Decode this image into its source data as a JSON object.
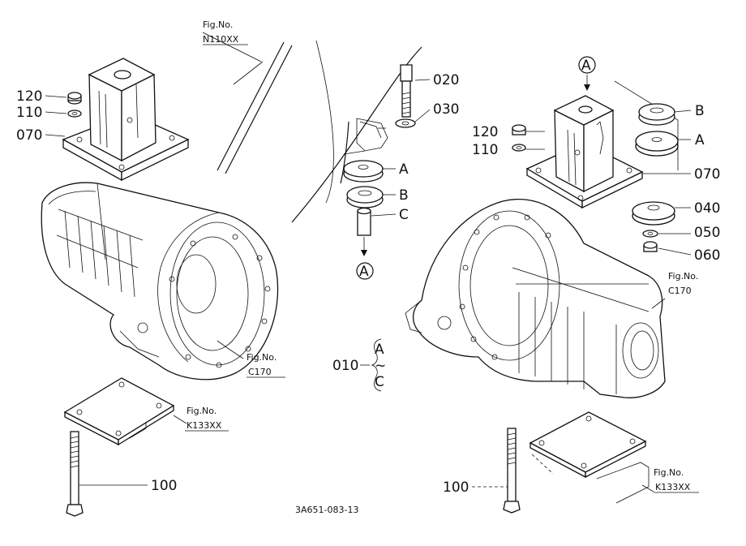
{
  "figures": {
    "fig_no_label": "Fig.No.",
    "n110xx": "N110XX",
    "c170": "C170",
    "k133xx": "K133XX"
  },
  "callouts": {
    "p010": "010",
    "p020": "020",
    "p030": "030",
    "p040": "040",
    "p050": "050",
    "p060": "060",
    "p070": "070",
    "p100": "100",
    "p110": "110",
    "p120": "120"
  },
  "letters": {
    "A": "A",
    "B": "B",
    "C": "C",
    "range_sep": "~"
  },
  "drawing_code": "3A651-083-13"
}
